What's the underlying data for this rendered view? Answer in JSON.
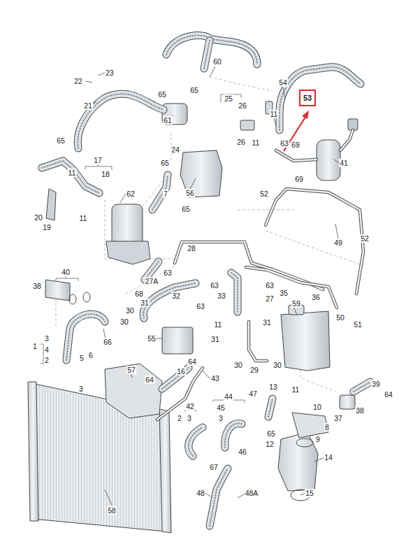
{
  "diagram": {
    "nodes": [
      {
        "text": [
          "53"
        ]
      }
    ],
    "labels": [
      "60",
      "54",
      "22",
      "23",
      "65",
      "65",
      "21",
      "25",
      "26",
      "61",
      "11",
      "63",
      "26",
      "11",
      "24",
      "69",
      "41",
      "69",
      "65",
      "11",
      "17",
      "18",
      "65",
      "7",
      "65",
      "62",
      "56",
      "20",
      "19",
      "11",
      "52",
      "49",
      "52",
      "28",
      "63",
      "27A",
      "68",
      "31",
      "30",
      "30",
      "32",
      "63",
      "63",
      "33",
      "63",
      "27",
      "35",
      "36",
      "11",
      "31",
      "31",
      "59",
      "50",
      "51",
      "40",
      "38",
      "1",
      "3",
      "4",
      "2",
      "66",
      "5",
      "6",
      "3",
      "55",
      "64",
      "16",
      "64",
      "43",
      "57",
      "30",
      "29",
      "30",
      "13",
      "11",
      "44",
      "10",
      "39",
      "64",
      "37",
      "38",
      "42",
      "2",
      "3",
      "45",
      "3",
      "47",
      "8",
      "9",
      "65",
      "12",
      "46",
      "67",
      "14",
      "58",
      "48",
      "48A",
      "15"
    ]
  }
}
